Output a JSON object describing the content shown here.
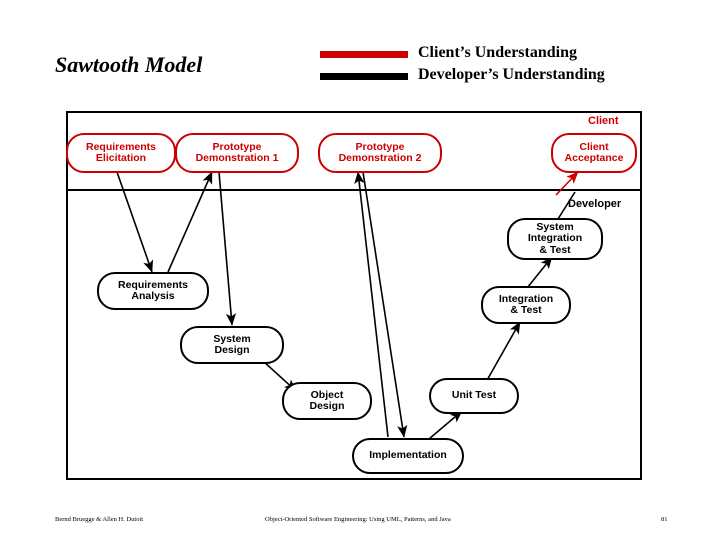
{
  "slide": {
    "title": "Sawtooth Model"
  },
  "legend": {
    "items": [
      {
        "label": "Client’s Understanding",
        "color": "#cc0000",
        "icon": "line-swatch-red"
      },
      {
        "label": "Developer’s Understanding",
        "color": "#000000",
        "icon": "line-swatch-black"
      }
    ]
  },
  "zones": {
    "client_label": "Client",
    "developer_label": "Developer"
  },
  "nodes": [
    {
      "id": "requirements-elicitation",
      "label": "Requirements\nElicitation",
      "side": "client"
    },
    {
      "id": "prototype-demonstration-1",
      "label": "Prototype\nDemonstration 1",
      "side": "client"
    },
    {
      "id": "prototype-demonstration-2",
      "label": "Prototype\nDemonstration 2",
      "side": "client"
    },
    {
      "id": "client-acceptance",
      "label": "Client\nAcceptance",
      "side": "client"
    },
    {
      "id": "system-integration-test",
      "label": "System\nIntegration\n& Test",
      "side": "developer"
    },
    {
      "id": "requirements-analysis",
      "label": "Requirements\nAnalysis",
      "side": "developer"
    },
    {
      "id": "integration-test",
      "label": "Integration\n& Test",
      "side": "developer"
    },
    {
      "id": "system-design",
      "label": "System\nDesign",
      "side": "developer"
    },
    {
      "id": "object-design",
      "label": "Object\nDesign",
      "side": "developer"
    },
    {
      "id": "unit-test",
      "label": "Unit Test",
      "side": "developer"
    },
    {
      "id": "implementation",
      "label": "Implementation",
      "side": "developer"
    }
  ],
  "footer": {
    "authors": "Bernd Bruegge & Allen H. Dutoit",
    "book": "Object-Oriented Software Engineering: Using UML, Patterns, and Java",
    "page": "81"
  },
  "colors": {
    "client": "#cc0000",
    "developer": "#000000",
    "background": "#ffffff"
  }
}
